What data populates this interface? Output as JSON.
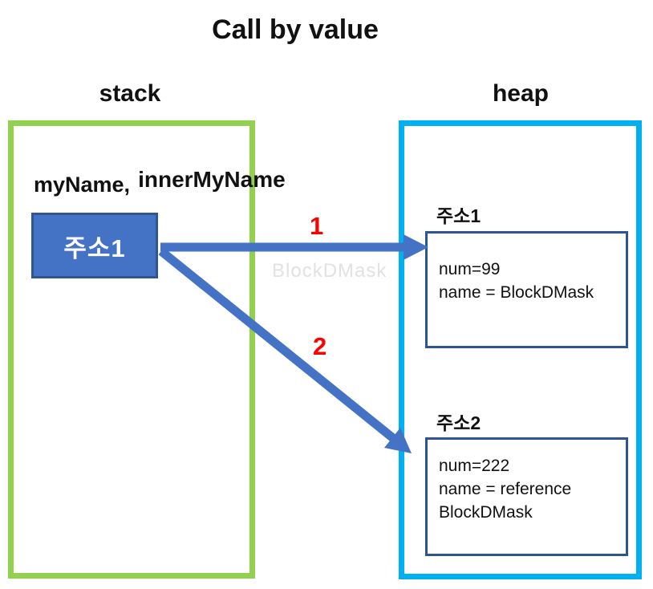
{
  "title": "Call by value",
  "watermark": "BlockDMask",
  "stack": {
    "section_label": "stack",
    "variables": {
      "left": "myName,",
      "right": "innerMyName"
    },
    "address_box_label": "주소1"
  },
  "heap": {
    "section_label": "heap",
    "entries": [
      {
        "address_label": "주소1",
        "lines": [
          "num=99",
          "name = BlockDMask"
        ]
      },
      {
        "address_label": "주소2",
        "lines": [
          "num=222",
          "name = reference",
          "BlockDMask"
        ]
      }
    ]
  },
  "arrows": [
    {
      "label": "1",
      "from": "stack-address-box",
      "to": "heap-entry-1"
    },
    {
      "label": "2",
      "from": "stack-address-box",
      "to": "heap-entry-2"
    }
  ],
  "colors": {
    "stack_border": "#92D050",
    "heap_border": "#00B0F0",
    "address_box_fill": "#4472C4",
    "address_box_border": "#2F5597",
    "arrow": "#4472C4",
    "entry_box_border": "#2F5496",
    "arrow_number": "#FF0000",
    "watermark": "#E2E2E2",
    "text": "#111111"
  }
}
